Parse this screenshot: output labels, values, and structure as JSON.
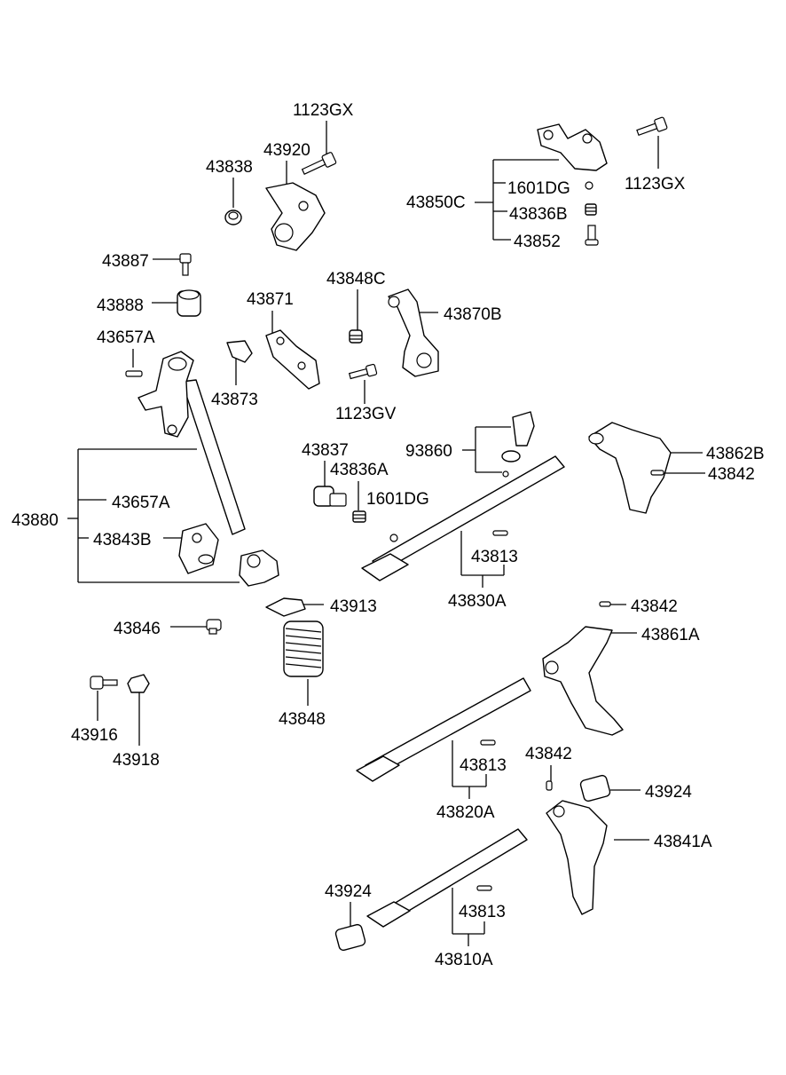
{
  "labels": {
    "p1123gx_top": "1123GX",
    "p43920": "43920",
    "p43838": "43838",
    "p1123gx_right": "1123GX",
    "p1601dg_top": "1601DG",
    "p43850c": "43850C",
    "p43836b": "43836B",
    "p43852": "43852",
    "p43887": "43887",
    "p43888": "43888",
    "p43871": "43871",
    "p43848c": "43848C",
    "p43870b": "43870B",
    "p43657a_top": "43657A",
    "p43873": "43873",
    "p1123gv": "1123GV",
    "p43837": "43837",
    "p93860": "93860",
    "p43862b": "43862B",
    "p43836a": "43836A",
    "p43842_a": "43842",
    "p1601dg_mid": "1601DG",
    "p43880": "43880",
    "p43657a_mid": "43657A",
    "p43843b": "43843B",
    "p43813_a": "43813",
    "p43830a": "43830A",
    "p43913": "43913",
    "p43842_b": "43842",
    "p43846": "43846",
    "p43861a": "43861A",
    "p43848": "43848",
    "p43916": "43916",
    "p43918": "43918",
    "p43842_c": "43842",
    "p43813_b": "43813",
    "p43924_right": "43924",
    "p43820a": "43820A",
    "p43841a": "43841A",
    "p43924_left": "43924",
    "p43813_c": "43813",
    "p43810a": "43810A"
  }
}
